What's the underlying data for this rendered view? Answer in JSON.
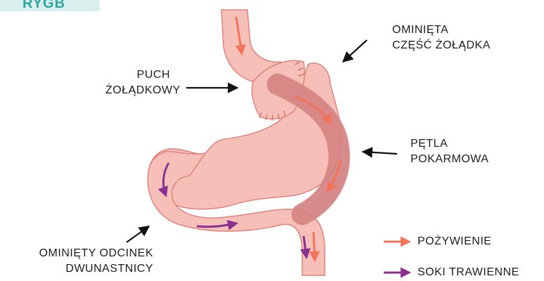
{
  "badge": "RYGB",
  "labels": {
    "pouch": [
      "PUCH",
      "ŻOŁĄDKOWY"
    ],
    "bypassed_stomach": [
      "OMINIĘTA",
      "CZĘŚĆ ŻOŁĄDKA"
    ],
    "roux_limb": [
      "PĘTLA",
      "POKARMOWA"
    ],
    "bypassed_duodenum": [
      "OMINIĘTY ODCINEK",
      "DWUNASTNICY"
    ]
  },
  "legend": [
    {
      "label": "POŻYWIENIE",
      "color": "#f0735a"
    },
    {
      "label": "SOKI TRAWIENNE",
      "color": "#8a3190"
    }
  ],
  "colors": {
    "tissue": "#f6c0b8",
    "tissue_outline": "#e0837d",
    "limb": "#d98a8a",
    "food": "#f0735a",
    "juice": "#8a3190"
  }
}
